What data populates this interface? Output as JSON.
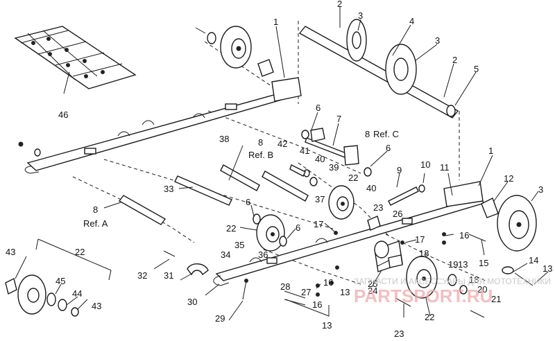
{
  "callouts": [
    {
      "id": "c1a",
      "text": "1"
    },
    {
      "id": "c2a",
      "text": "2"
    },
    {
      "id": "c3a",
      "text": "3"
    },
    {
      "id": "c4",
      "text": "4"
    },
    {
      "id": "c3b",
      "text": "3"
    },
    {
      "id": "c2b",
      "text": "2"
    },
    {
      "id": "c5",
      "text": "5"
    },
    {
      "id": "c46",
      "text": "46"
    },
    {
      "id": "c6a",
      "text": "6"
    },
    {
      "id": "c7",
      "text": "7"
    },
    {
      "id": "c8c",
      "text": "8"
    },
    {
      "id": "refc",
      "text": "Ref. C"
    },
    {
      "id": "c6b",
      "text": "6"
    },
    {
      "id": "c38",
      "text": "38"
    },
    {
      "id": "c8b",
      "text": "8"
    },
    {
      "id": "refb",
      "text": "Ref. B"
    },
    {
      "id": "c42",
      "text": "42"
    },
    {
      "id": "c41",
      "text": "41"
    },
    {
      "id": "c40a",
      "text": "40"
    },
    {
      "id": "c39",
      "text": "39"
    },
    {
      "id": "c22a",
      "text": "22"
    },
    {
      "id": "c9",
      "text": "9"
    },
    {
      "id": "c10",
      "text": "10"
    },
    {
      "id": "c11",
      "text": "11"
    },
    {
      "id": "c1b",
      "text": "1"
    },
    {
      "id": "c12",
      "text": "12"
    },
    {
      "id": "c3c",
      "text": "3"
    },
    {
      "id": "c33",
      "text": "33"
    },
    {
      "id": "c40b",
      "text": "40"
    },
    {
      "id": "c37",
      "text": "37"
    },
    {
      "id": "c23a",
      "text": "23"
    },
    {
      "id": "c26",
      "text": "26"
    },
    {
      "id": "c8a",
      "text": "8"
    },
    {
      "id": "refa",
      "text": "Ref. A"
    },
    {
      "id": "c6c",
      "text": "6"
    },
    {
      "id": "c22b",
      "text": "22"
    },
    {
      "id": "c6d",
      "text": "6"
    },
    {
      "id": "c17a",
      "text": "17"
    },
    {
      "id": "c16a",
      "text": "16"
    },
    {
      "id": "c17b",
      "text": "17"
    },
    {
      "id": "c15",
      "text": "15"
    },
    {
      "id": "c35",
      "text": "35"
    },
    {
      "id": "c34",
      "text": "34"
    },
    {
      "id": "c36",
      "text": "36"
    },
    {
      "id": "c18a",
      "text": "18"
    },
    {
      "id": "c13a",
      "text": "13"
    },
    {
      "id": "c43a",
      "text": "43"
    },
    {
      "id": "c22c",
      "text": "22"
    },
    {
      "id": "c32",
      "text": "32"
    },
    {
      "id": "c14",
      "text": "14"
    },
    {
      "id": "c13b",
      "text": "13"
    },
    {
      "id": "c19",
      "text": "19"
    },
    {
      "id": "c18b",
      "text": "18"
    },
    {
      "id": "c25",
      "text": "25"
    },
    {
      "id": "c16b",
      "text": "16"
    },
    {
      "id": "c13c",
      "text": "13"
    },
    {
      "id": "c45",
      "text": "45"
    },
    {
      "id": "c31",
      "text": "31"
    },
    {
      "id": "c28",
      "text": "28"
    },
    {
      "id": "c27",
      "text": "27"
    },
    {
      "id": "c20",
      "text": "20"
    },
    {
      "id": "c24",
      "text": "24"
    },
    {
      "id": "c21",
      "text": "21"
    },
    {
      "id": "c44",
      "text": "44"
    },
    {
      "id": "c43b",
      "text": "43"
    },
    {
      "id": "c30",
      "text": "30"
    },
    {
      "id": "c16c",
      "text": "16"
    },
    {
      "id": "c22d",
      "text": "22"
    },
    {
      "id": "c29",
      "text": "29"
    },
    {
      "id": "c13d",
      "text": "13"
    },
    {
      "id": "c23b",
      "text": "23"
    }
  ],
  "watermark": {
    "line1": "ЗАПЧАСТИ И АКСЕССУАРЫ ДЛЯ МОТОТЕХНИКИ",
    "line2": "PARTSPORT.RU"
  }
}
